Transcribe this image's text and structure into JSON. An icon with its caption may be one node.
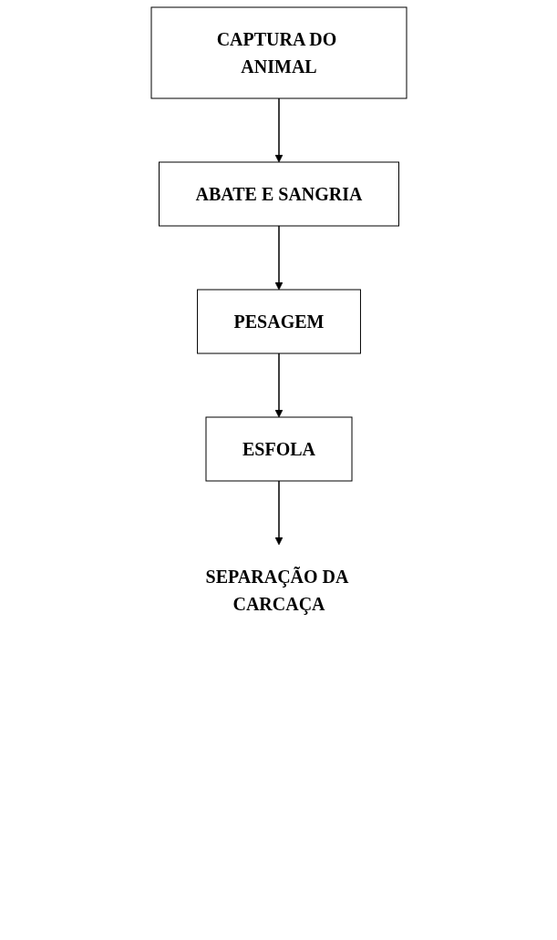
{
  "diagram": {
    "nodes": [
      {
        "text": [
          "CAPTURA DO ANIMAL"
        ]
      },
      {
        "text": [
          "ABATE E SANGRIA"
        ]
      },
      {
        "text": [
          "PESAGEM"
        ]
      },
      {
        "text": [
          "ESFOLA"
        ]
      },
      {
        "text": [
          "SEPARAÇÃO DA CARCAÇA"
        ]
      }
    ],
    "edges": [
      {
        "from": 0,
        "to": 1,
        "arrow": "to"
      },
      {
        "from": 1,
        "to": 2,
        "arrow": "to"
      },
      {
        "from": 2,
        "to": 3,
        "arrow": "to"
      },
      {
        "from": 3,
        "to": 4,
        "arrow": "to"
      }
    ]
  }
}
